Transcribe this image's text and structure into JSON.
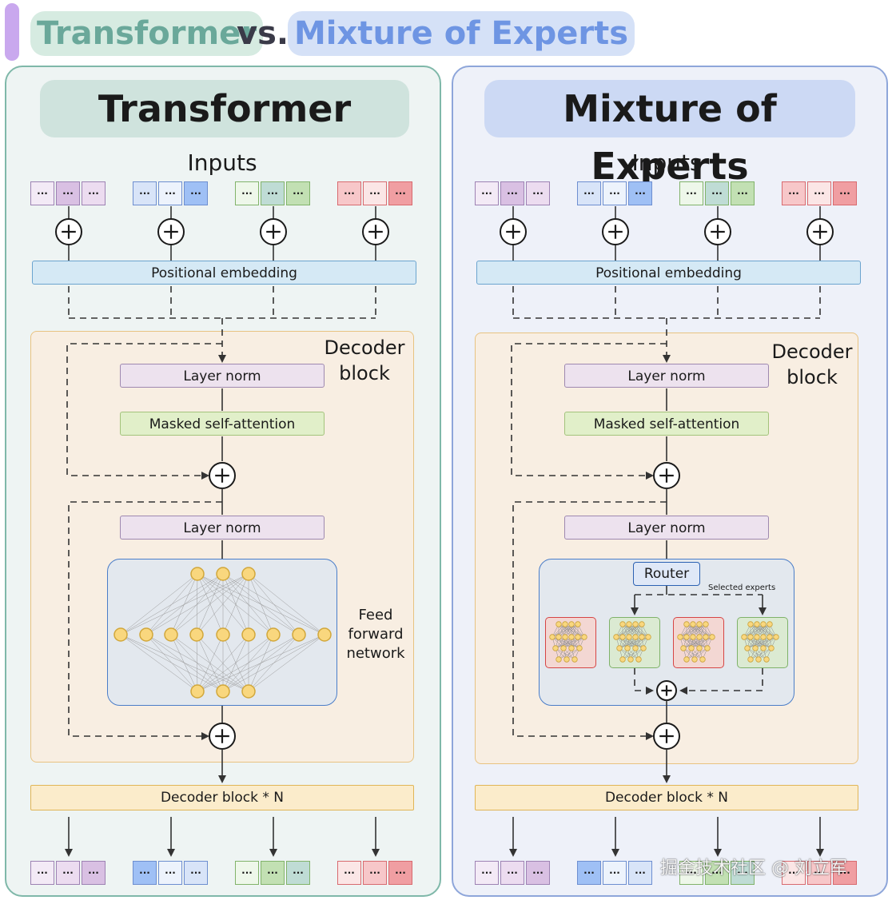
{
  "header": {
    "part1": "Transformer",
    "vs": "vs.",
    "part2": "Mixture of Experts"
  },
  "panels": {
    "transformer": {
      "title": "Transformer",
      "inputs_label": "Inputs",
      "positional_embedding": "Positional embedding",
      "decoder_block_label": [
        "Decoder",
        "block"
      ],
      "layer_norm_1": "Layer norm",
      "masked_attention": "Masked self-attention",
      "layer_norm_2": "Layer norm",
      "ffn_label": [
        "Feed",
        "forward",
        "network"
      ],
      "decoder_repeat": "Decoder block * N"
    },
    "moe": {
      "title": "Mixture of Experts",
      "inputs_label": "Inputs",
      "positional_embedding": "Positional embedding",
      "decoder_block_label": [
        "Decoder",
        "block"
      ],
      "layer_norm_1": "Layer norm",
      "masked_attention": "Masked self-attention",
      "layer_norm_2": "Layer norm",
      "router": "Router",
      "selected_experts": "Selected experts",
      "decoder_repeat": "Decoder block * N"
    }
  },
  "token_text": "...",
  "input_tokens": [
    [
      "lav3",
      "lav2",
      "lav"
    ],
    [
      "blu",
      "blu3",
      "blu2"
    ],
    [
      "grn3",
      "teal",
      "grn2"
    ],
    [
      "red",
      "red3",
      "red2"
    ]
  ],
  "output_tokens": [
    [
      "lav3",
      "lav",
      "lav2"
    ],
    [
      "blu2",
      "blu3",
      "blu"
    ],
    [
      "grn3",
      "grn2",
      "teal"
    ],
    [
      "red3",
      "red",
      "red2"
    ]
  ],
  "experts": [
    "red",
    "green",
    "red",
    "green"
  ],
  "watermark": "掘金技术社区 @ 刘立军",
  "colors": {
    "transformer_accent": "#6aa89a",
    "moe_accent": "#6e95e3",
    "ffn_node": "#f9d77e",
    "ffn_border": "#4a7dc8"
  }
}
